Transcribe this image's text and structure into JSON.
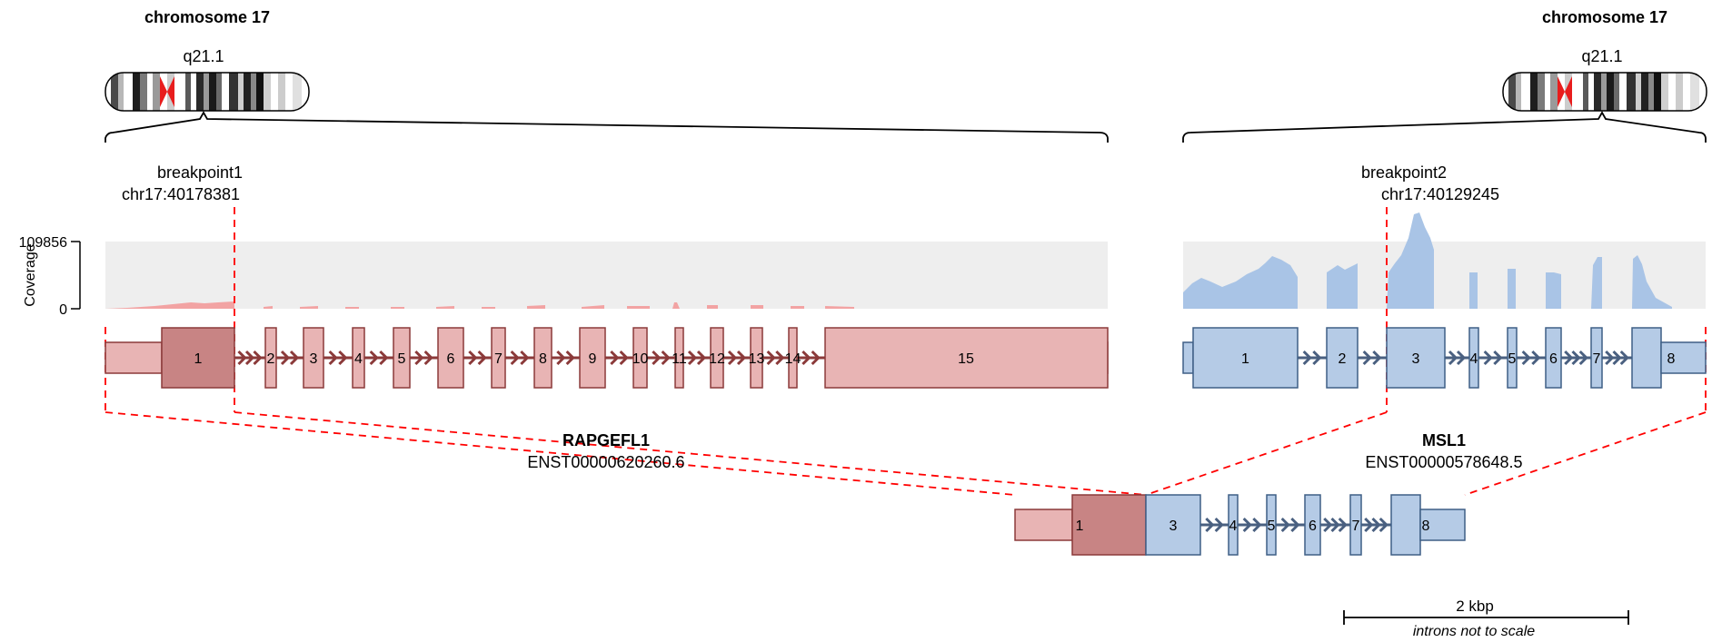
{
  "colors": {
    "gene1_fill": "#e8b4b4",
    "gene1_stroke": "#8b3a3a",
    "gene1_dark_fill": "#c88484",
    "gene2_fill": "#b5cbe6",
    "gene2_stroke": "#3e5f85",
    "gene2_arrow": "#4a6080",
    "coverage_bg": "#eeeeee",
    "coverage1": "#f2a3a3",
    "coverage2": "#a9c4e6",
    "breakpoint_line": "#ff0000",
    "centromere": "#e81d1d"
  },
  "coverage_axis": {
    "label": "Coverage",
    "max_tick": "109856",
    "min_tick": "0"
  },
  "left_panel": {
    "chromosome_title": "chromosome 17",
    "band": "q21.1",
    "breakpoint_label": "breakpoint1",
    "breakpoint_position": "chr17:40178381",
    "gene_name": "RAPGEFL1",
    "transcript_id": "ENST00000620260.6",
    "exons": [
      "1",
      "2",
      "3",
      "4",
      "5",
      "6",
      "7",
      "8",
      "9",
      "10",
      "11",
      "12",
      "13",
      "14",
      "15"
    ]
  },
  "right_panel": {
    "chromosome_title": "chromosome 17",
    "band": "q21.1",
    "breakpoint_label": "breakpoint2",
    "breakpoint_position": "chr17:40129245",
    "gene_name": "MSL1",
    "transcript_id": "ENST00000578648.5",
    "exons": [
      "1",
      "2",
      "3",
      "4",
      "5",
      "6",
      "7",
      "8"
    ]
  },
  "fusion": {
    "gene1_exons": [
      "1"
    ],
    "gene2_exons": [
      "3",
      "4",
      "5",
      "6",
      "7",
      "8"
    ]
  },
  "scale_bar": {
    "label": "2 kbp",
    "note": "introns not to scale"
  }
}
